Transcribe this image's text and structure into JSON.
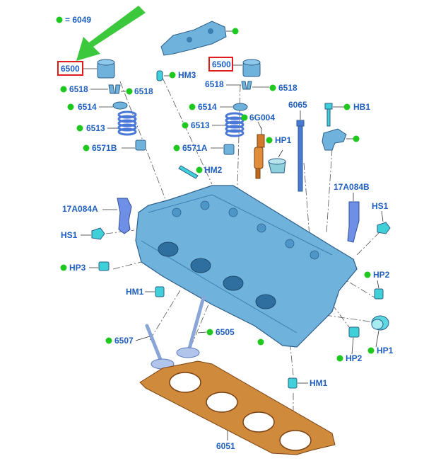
{
  "legend": {
    "text": "= 6049"
  },
  "colors": {
    "label": "#1f5fbf",
    "dot": "#1ec81e",
    "highlight_box": "#e01b1b",
    "arrow": "#3cc83c",
    "part_fill": "#6fb3dc",
    "part_stroke": "#2c5e8a",
    "spring": "#4a78d6",
    "gasket": "#d08a3c",
    "injector": "#d07a2a"
  },
  "labels": {
    "cam_pf_left": "6500",
    "cam_pf_right": "6500",
    "hm3": "HM3",
    "keeper_left_a": "6518",
    "keeper_left_b": "6518",
    "keeper_right_a": "6518",
    "keeper_right_b": "6518",
    "retainer_left": "6514",
    "retainer_right": "6514",
    "spring_left": "6513",
    "spring_right": "6513",
    "seal_left": "6571B",
    "seal_right": "6571A",
    "injector": "6G004",
    "bolt_6065": "6065",
    "hb1": "HB1",
    "hp1_top": "HP1",
    "hm2": "HM2",
    "bracket_left": "17A084A",
    "bracket_right": "17A084B",
    "hs1_left": "HS1",
    "hs1_right": "HS1",
    "hp3": "HP3",
    "hp2_right": "HP2",
    "hm1_left": "HM1",
    "valve_6507": "6507",
    "valve_6505": "6505",
    "hp2_bottom": "HP2",
    "hp1_bottom": "HP1",
    "hm1_bottom": "HM1",
    "gasket": "6051"
  }
}
